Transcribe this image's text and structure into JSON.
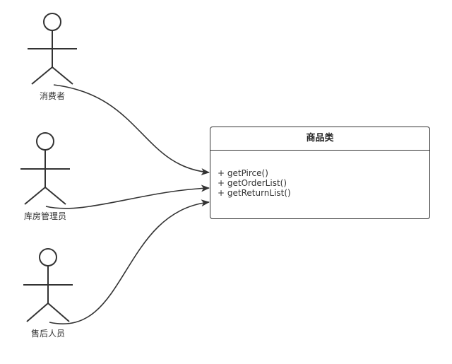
{
  "diagram": {
    "actors": [
      {
        "id": "consumer",
        "label": "消费者"
      },
      {
        "id": "warehouse",
        "label": "库房管理员"
      },
      {
        "id": "aftersales",
        "label": "售后人员"
      }
    ],
    "class": {
      "name": "商品类",
      "methods": [
        "+ getPirce()",
        "+ getOrderList()",
        "+ getReturnList()"
      ]
    },
    "edges": [
      {
        "from": "consumer",
        "to": "商品类"
      },
      {
        "from": "warehouse",
        "to": "商品类"
      },
      {
        "from": "aftersales",
        "to": "商品类"
      }
    ],
    "colors": {
      "stroke": "#333333",
      "text": "#333333"
    }
  }
}
